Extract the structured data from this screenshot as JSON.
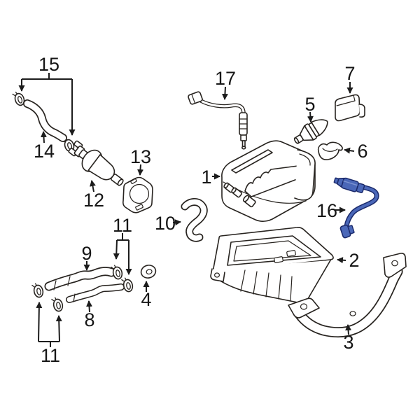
{
  "diagram": {
    "background_color": "#ffffff",
    "line_color": "#27231f",
    "highlight_part": {
      "callout": "16",
      "fill_color": "#4a67b8",
      "outline_color": "#1b2a6b"
    },
    "callouts": {
      "c1": {
        "label": "1"
      },
      "c2": {
        "label": "2"
      },
      "c3": {
        "label": "3"
      },
      "c4": {
        "label": "4"
      },
      "c5": {
        "label": "5"
      },
      "c6": {
        "label": "6"
      },
      "c7": {
        "label": "7"
      },
      "c8": {
        "label": "8"
      },
      "c9": {
        "label": "9"
      },
      "c10": {
        "label": "10"
      },
      "c11a": {
        "label": "11"
      },
      "c11b": {
        "label": "11"
      },
      "c12": {
        "label": "12"
      },
      "c13": {
        "label": "13"
      },
      "c14": {
        "label": "14"
      },
      "c15": {
        "label": "15"
      },
      "c16": {
        "label": "16"
      },
      "c17": {
        "label": "17"
      }
    }
  }
}
